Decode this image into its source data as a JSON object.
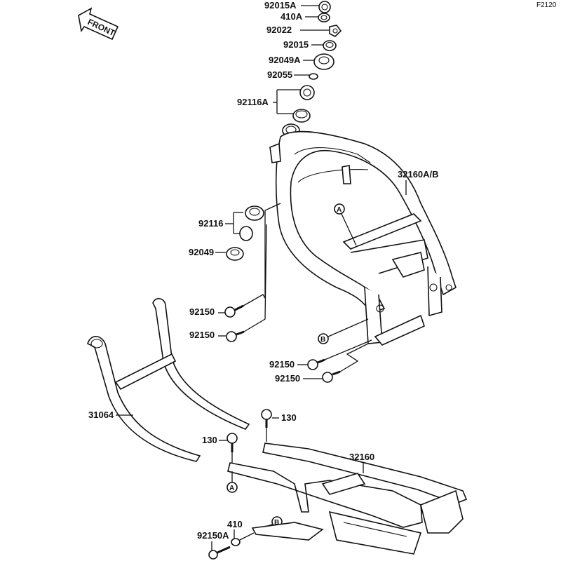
{
  "diagram": {
    "title": "Frame parts exploded view",
    "figure_code": "F2120",
    "front_arrow_label": "FRONT",
    "callouts": [
      {
        "id": "92015A",
        "label": "92015A"
      },
      {
        "id": "410A",
        "label": "410A"
      },
      {
        "id": "92022",
        "label": "92022"
      },
      {
        "id": "92015",
        "label": "92015"
      },
      {
        "id": "92049A",
        "label": "92049A"
      },
      {
        "id": "92055",
        "label": "92055"
      },
      {
        "id": "92116A",
        "label": "92116A"
      },
      {
        "id": "32160AB",
        "label": "32160A/B"
      },
      {
        "id": "92116",
        "label": "92116"
      },
      {
        "id": "92049",
        "label": "92049"
      },
      {
        "id": "92150-1",
        "label": "92150"
      },
      {
        "id": "92150-2",
        "label": "92150"
      },
      {
        "id": "92150-3",
        "label": "92150"
      },
      {
        "id": "92150-4",
        "label": "92150"
      },
      {
        "id": "31064",
        "label": "31064"
      },
      {
        "id": "130-1",
        "label": "130"
      },
      {
        "id": "130-2",
        "label": "130"
      },
      {
        "id": "32160",
        "label": "32160"
      },
      {
        "id": "410",
        "label": "410"
      },
      {
        "id": "92150A",
        "label": "92150A"
      }
    ],
    "reference_markers": [
      {
        "id": "A-upper",
        "label": "A"
      },
      {
        "id": "B-upper",
        "label": "B"
      },
      {
        "id": "A-lower",
        "label": "A"
      },
      {
        "id": "B-lower",
        "label": "B"
      }
    ]
  }
}
